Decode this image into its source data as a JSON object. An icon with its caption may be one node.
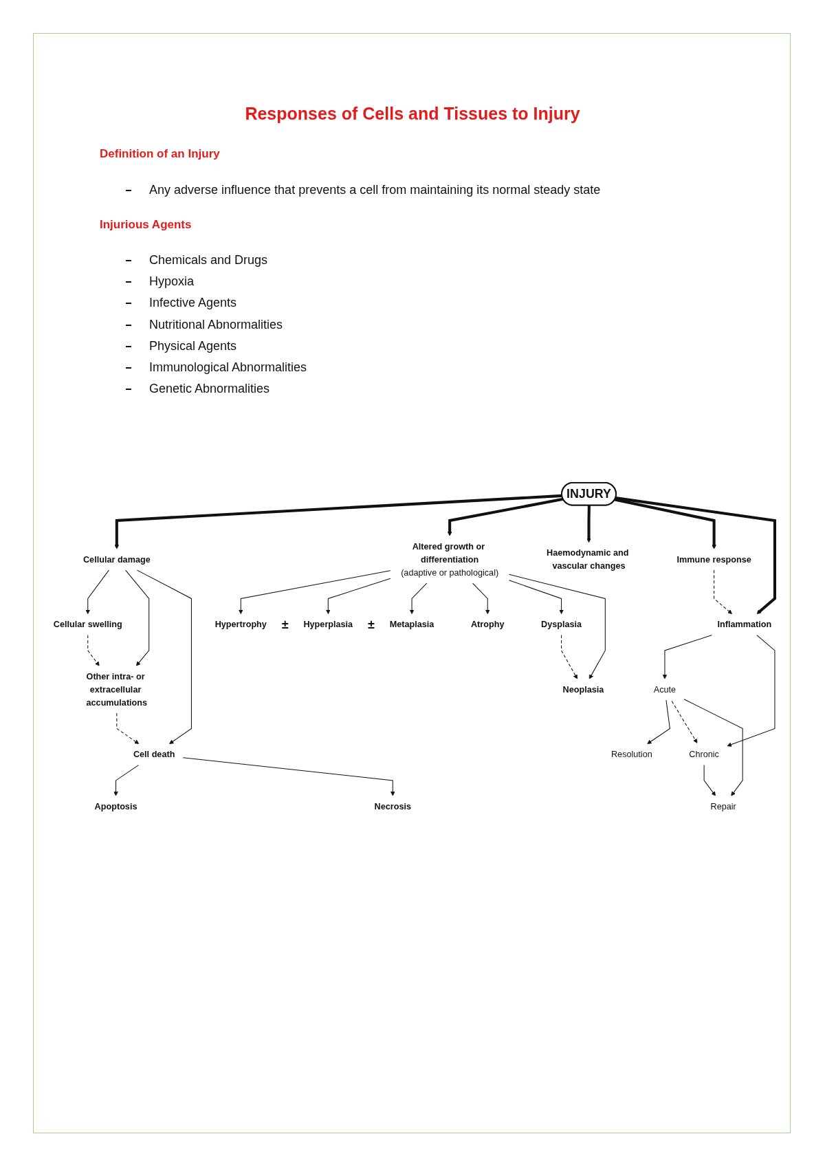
{
  "diagram": {
    "title": "Responses of Cells and Tissues to Injury",
    "nodes": [
      {
        "text": [
          "Cellular swelling"
        ]
      },
      {
        "text": [
          "Other intra- or extracellular accumulations"
        ]
      },
      {
        "text": [
          "Cell death"
        ]
      },
      {
        "text": [
          "Apoptosis"
        ]
      },
      {
        "text": [
          "Necrosis"
        ]
      },
      {
        "text": [
          "Cellular damage"
        ]
      },
      {
        "text": [
          "INJURY"
        ]
      },
      {
        "text": [
          "Inflammation"
        ]
      },
      {
        "text": [
          "Acute"
        ]
      },
      {
        "text": [
          "Resolution"
        ]
      },
      {
        "text": [
          "Chronic"
        ]
      },
      {
        "text": [
          "Repair"
        ]
      },
      {
        "text": [
          "Immune response"
        ]
      },
      {
        "text": [
          "Haemodynamic and vascular changes"
        ]
      },
      {
        "text": [
          "Altered growth or differentiation",
          "(adaptive or pathological)"
        ]
      },
      {
        "text": [
          "Hypertrophy"
        ]
      },
      {
        "text": [
          "Atrophy"
        ]
      },
      {
        "text": [
          "Hyperplasia"
        ]
      },
      {
        "text": [
          "Metaplasia"
        ]
      },
      {
        "text": [
          "Dysplasia"
        ]
      },
      {
        "text": [
          "Neoplasia"
        ]
      }
    ],
    "edges": [
      {
        "from": 6,
        "to": 5,
        "arrow": "to",
        "style": "thick"
      },
      {
        "from": 5,
        "to": 0,
        "arrow": "to"
      },
      {
        "from": 5,
        "to": 1,
        "arrow": "to"
      },
      {
        "from": 5,
        "to": 2,
        "arrow": "to"
      },
      {
        "from": 0,
        "to": 1,
        "arrow": "to",
        "style": "dashed"
      },
      {
        "from": 1,
        "to": 2,
        "arrow": "to",
        "style": "dashed"
      },
      {
        "from": 2,
        "to": 3,
        "arrow": "to"
      },
      {
        "from": 2,
        "to": 4,
        "arrow": "to"
      },
      {
        "from": 6,
        "to": 14,
        "arrow": "to",
        "style": "thick"
      },
      {
        "from": 14,
        "to": 15,
        "arrow": "to"
      },
      {
        "from": 14,
        "to": 17,
        "arrow": "to"
      },
      {
        "from": 14,
        "to": 18,
        "arrow": "to"
      },
      {
        "from": 14,
        "to": 16,
        "arrow": "to"
      },
      {
        "from": 14,
        "to": 19,
        "arrow": "to"
      },
      {
        "from": 14,
        "to": 20,
        "arrow": "to"
      },
      {
        "from": 19,
        "to": 20,
        "arrow": "to",
        "style": "dashed"
      },
      {
        "from": 6,
        "to": 13,
        "arrow": "to",
        "style": "thick"
      },
      {
        "from": 6,
        "to": 12,
        "arrow": "to",
        "style": "thick"
      },
      {
        "from": 12,
        "to": 7,
        "arrow": "to",
        "style": "dashed"
      },
      {
        "from": 6,
        "to": 7,
        "arrow": "to",
        "style": "thick"
      },
      {
        "from": 7,
        "to": 8,
        "arrow": "to"
      },
      {
        "from": 7,
        "to": 10,
        "arrow": "to"
      },
      {
        "from": 8,
        "to": 10,
        "arrow": "to",
        "style": "dashed"
      },
      {
        "from": 8,
        "to": 9,
        "arrow": "to"
      },
      {
        "from": 8,
        "to": 11,
        "arrow": "to"
      },
      {
        "from": 10,
        "to": 11,
        "arrow": "to"
      }
    ],
    "labels": [
      "Definition of an Injury",
      "Any adverse influence that prevents a cell from maintaining its normal steady state",
      "Injurious Agents",
      "Chemicals and Drugs",
      "Hypoxia",
      "Infective Agents",
      "Nutritional Abnormalities",
      "Physical Agents",
      "Immunological Abnormalities",
      "Genetic Abnormalities",
      "±",
      "±"
    ]
  }
}
